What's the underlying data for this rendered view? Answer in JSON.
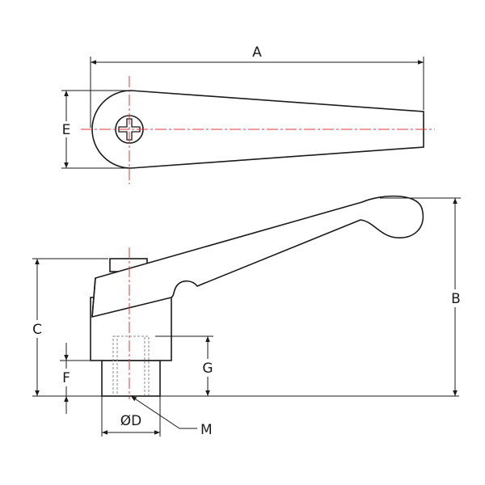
{
  "labels": {
    "a": "A",
    "b": "B",
    "c": "C",
    "d": "ØD",
    "e": "E",
    "f": "F",
    "g": "G",
    "m": "M"
  },
  "colors": {
    "outline": "#1a1a1a",
    "centerline": "#e0393a",
    "hidden": "#8a8a8a",
    "dimension": "#1a1a1a"
  }
}
